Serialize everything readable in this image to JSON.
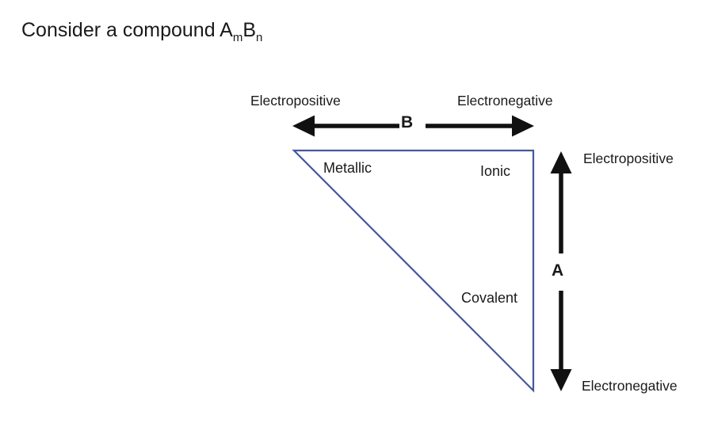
{
  "colors": {
    "triangle_stroke": "#45589b",
    "arrow_color": "#111111",
    "text_color": "#1a1a1a"
  },
  "title": {
    "prefix": "Consider a compound A",
    "sub_m": "m",
    "b": "B",
    "sub_n": "n"
  },
  "b_axis": {
    "label": "B",
    "left_label": "Electropositive",
    "right_label": "Electronegative"
  },
  "a_axis": {
    "label": "A",
    "top_label": "Electropositive",
    "bottom_label": "Electronegative"
  },
  "triangle": {
    "regions": {
      "metallic": "Metallic",
      "ionic": "Ionic",
      "covalent": "Covalent"
    }
  }
}
